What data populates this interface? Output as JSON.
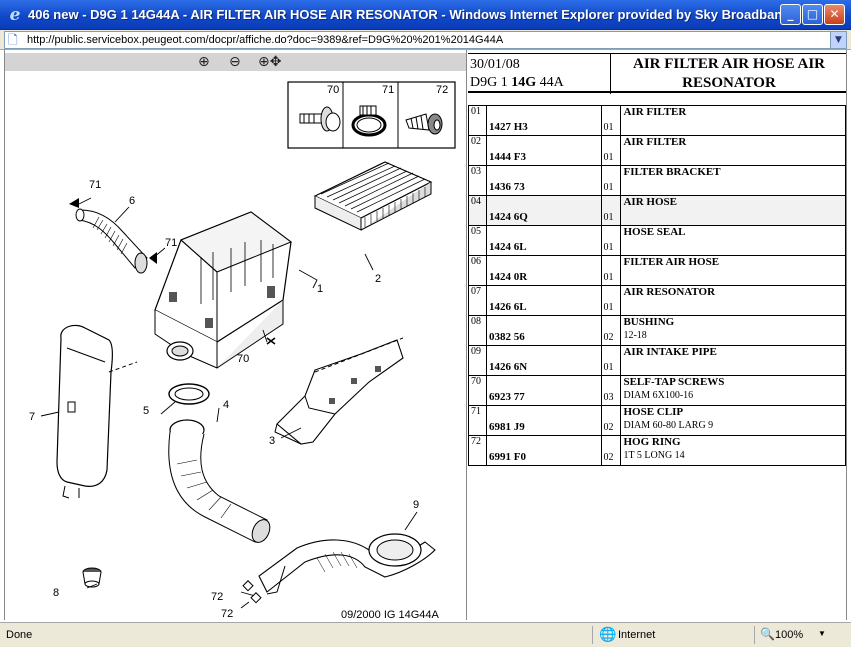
{
  "window": {
    "title": "406 new - D9G 1 14G44A - AIR FILTER AIR HOSE AIR RESONATOR - Windows Internet Explorer provided by Sky Broadband",
    "minimize": "_",
    "maximize": "□",
    "close": "✕"
  },
  "address": {
    "url": "http://public.servicebox.peugeot.com/docpr/affiche.do?doc=9389&ref=D9G%20%201%2014G44A"
  },
  "zoombar": {
    "zoom_in": "⊕",
    "zoom_out": "⊖",
    "zoom_fit": "⊕✥"
  },
  "diagram": {
    "inset_labels": [
      "70",
      "71",
      "72"
    ],
    "callouts": [
      "71",
      "6",
      "71",
      "1",
      "2",
      "70",
      "7",
      "5",
      "4",
      "3",
      "9",
      "8",
      "72",
      "72"
    ],
    "caption": "09/2000  IG 14G44A"
  },
  "header": {
    "date": "30/01/08",
    "code_prefix": "D9G 1 ",
    "code_bold": "14G",
    "code_suffix": " 44A",
    "title": "AIR FILTER AIR HOSE AIR RESONATOR"
  },
  "parts": [
    {
      "num": "01",
      "ref": "1427 H3",
      "qty": "01",
      "desc": "AIR FILTER",
      "desc2": ""
    },
    {
      "num": "02",
      "ref": "1444 F3",
      "qty": "01",
      "desc": "AIR FILTER",
      "desc2": ""
    },
    {
      "num": "03",
      "ref": "1436 73",
      "qty": "01",
      "desc": "FILTER BRACKET",
      "desc2": ""
    },
    {
      "num": "04",
      "ref": "1424 6Q",
      "qty": "01",
      "desc": "AIR HOSE",
      "desc2": ""
    },
    {
      "num": "05",
      "ref": "1424 6L",
      "qty": "01",
      "desc": "HOSE SEAL",
      "desc2": ""
    },
    {
      "num": "06",
      "ref": "1424 0R",
      "qty": "01",
      "desc": "FILTER AIR HOSE",
      "desc2": ""
    },
    {
      "num": "07",
      "ref": "1426 6L",
      "qty": "01",
      "desc": "AIR RESONATOR",
      "desc2": ""
    },
    {
      "num": "08",
      "ref": "0382 56",
      "qty": "02",
      "desc": "BUSHING",
      "desc2": "12-18"
    },
    {
      "num": "09",
      "ref": "1426 6N",
      "qty": "01",
      "desc": "AIR INTAKE PIPE",
      "desc2": ""
    },
    {
      "num": "70",
      "ref": "6923 77",
      "qty": "03",
      "desc": "SELF-TAP SCREWS",
      "desc2": "DIAM 6X100-16"
    },
    {
      "num": "71",
      "ref": "6981 J9",
      "qty": "02",
      "desc": "HOSE CLIP",
      "desc2": "DIAM 60-80 LARG 9"
    },
    {
      "num": "72",
      "ref": "6991 F0",
      "qty": "02",
      "desc": "HOG RING",
      "desc2": "1T 5 LONG 14"
    }
  ],
  "selected_row": 3,
  "statusbar": {
    "status": "Done",
    "zone": "Internet",
    "zoom": "100%"
  }
}
